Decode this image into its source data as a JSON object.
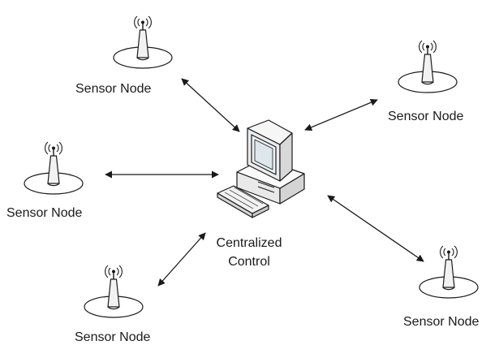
{
  "diagram": {
    "title": "",
    "center": {
      "label_line1": "Centralized",
      "label_line2": "Control",
      "icon": "desktop-computer-icon"
    },
    "nodes": [
      {
        "label": "Sensor Node",
        "icon": "antenna-icon"
      },
      {
        "label": "Sensor Node",
        "icon": "antenna-icon"
      },
      {
        "label": "Sensor Node",
        "icon": "antenna-icon"
      },
      {
        "label": "Sensor Node",
        "icon": "antenna-icon"
      },
      {
        "label": "Sensor Node",
        "icon": "antenna-icon"
      }
    ],
    "connections": "bidirectional",
    "colors": {
      "stroke": "#1a1a1a",
      "monitor_screen": "#eef3f6",
      "computer_body": "#f0f0f0",
      "keyboard": "#e6e6e6"
    }
  }
}
